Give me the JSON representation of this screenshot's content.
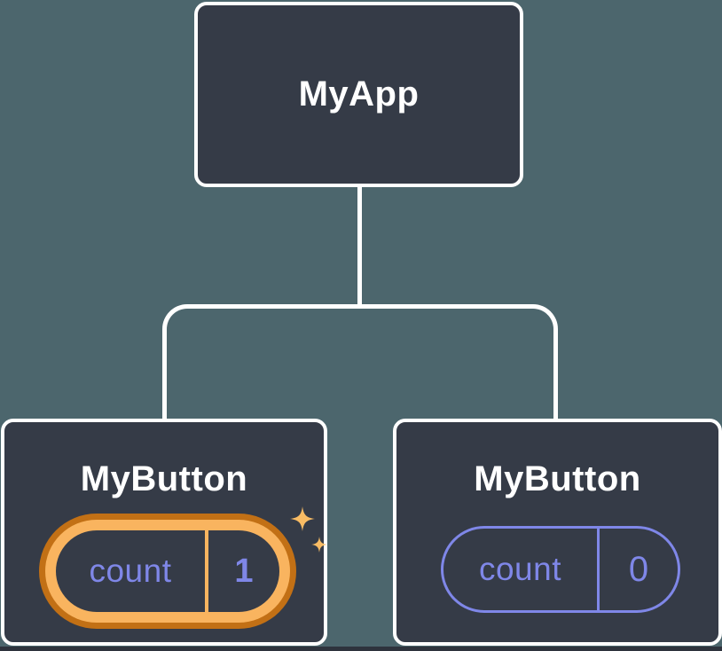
{
  "diagram": {
    "root": {
      "label": "MyApp"
    },
    "children": [
      {
        "label": "MyButton",
        "state": {
          "label": "count",
          "value": "1"
        },
        "highlighted": true
      },
      {
        "label": "MyButton",
        "state": {
          "label": "count",
          "value": "0"
        },
        "highlighted": false
      }
    ]
  },
  "icons": {
    "sparkle": "sparkle-icon"
  },
  "colors": {
    "bg": "#4c666d",
    "node-fill": "#353b47",
    "node-border": "#ffffff",
    "accent": "#7f87e8",
    "hl-outer": "#c27015",
    "hl-inner": "#f9b45f",
    "sparkle": "#f9bc64",
    "strip": "#2e333d",
    "title": "#ffffff"
  }
}
